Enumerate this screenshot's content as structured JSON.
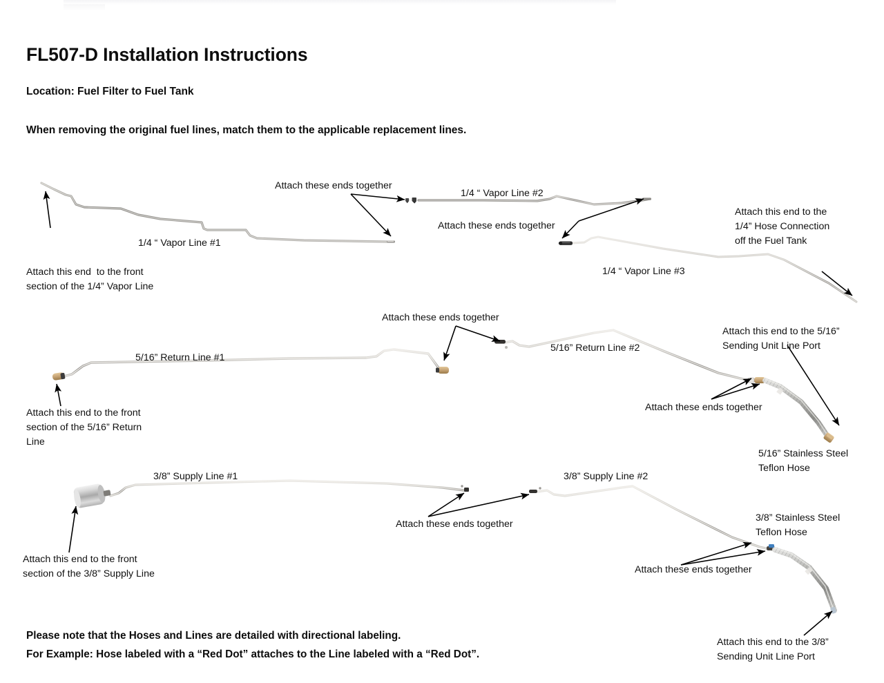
{
  "document": {
    "title": "FL507-D Installation Instructions",
    "subtitle": "Location: Fuel Filter to Fuel Tank",
    "intro": "When removing the original fuel lines, match them to the applicable replacement lines.",
    "notes": [
      "Please note that the Hoses and Lines are detailed with directional labeling.",
      "For Example: Hose labeled with a “Red Dot” attaches to the Line labeled with a “Red Dot”."
    ]
  },
  "diagram": {
    "rows": [
      {
        "name": "vapor-row",
        "parts": [
          {
            "id": "vapor-line-1",
            "label": "1/4 “ Vapor Line #1"
          },
          {
            "id": "vapor-line-2",
            "label": "1/4 “ Vapor Line #2"
          },
          {
            "id": "vapor-line-3",
            "label": "1/4 “ Vapor Line #3"
          }
        ]
      },
      {
        "name": "return-row",
        "parts": [
          {
            "id": "return-line-1",
            "label": "5/16” Return Line #1"
          },
          {
            "id": "return-line-2",
            "label": "5/16” Return Line #2"
          },
          {
            "id": "return-hose",
            "label": "5/16” Stainless Steel\nTeflon Hose"
          }
        ]
      },
      {
        "name": "supply-row",
        "parts": [
          {
            "id": "supply-line-1",
            "label": "3/8” Supply Line #1"
          },
          {
            "id": "supply-line-2",
            "label": "3/8” Supply Line #2"
          },
          {
            "id": "supply-hose",
            "label": "3/8” Stainless Steel\nTeflon Hose"
          }
        ]
      }
    ],
    "annotations": [
      {
        "id": "ann-vapor1-start",
        "text": "Attach this end  to the front\nsection of the 1/4” Vapor Line"
      },
      {
        "id": "ann-vapor-join-1",
        "text": "Attach these ends together"
      },
      {
        "id": "ann-vapor-join-2",
        "text": "Attach these ends together"
      },
      {
        "id": "ann-vapor-tank",
        "text": "Attach this end to the\n1/4” Hose Connection\noff the Fuel Tank"
      },
      {
        "id": "ann-return-join-1",
        "text": "Attach these ends together"
      },
      {
        "id": "ann-return-start",
        "text": "Attach this end to the front\nsection of the 5/16” Return\nLine"
      },
      {
        "id": "ann-return-sending",
        "text": "Attach this end to the 5/16”\nSending Unit Line Port"
      },
      {
        "id": "ann-return-join-2",
        "text": "Attach these ends together"
      },
      {
        "id": "ann-supply-start",
        "text": "Attach this end to the front\nsection of the 3/8” Supply Line"
      },
      {
        "id": "ann-supply-join-1",
        "text": "Attach these ends together"
      },
      {
        "id": "ann-supply-join-2",
        "text": "Attach these ends together"
      },
      {
        "id": "ann-supply-sending",
        "text": "Attach this end to the 3/8”\nSending Unit Line Port"
      }
    ]
  },
  "colors": {
    "text": "#0d0d0d",
    "tube_light": "#d8d8d4",
    "tube_mid": "#a8a8a4",
    "tube_dark": "#7c7c78",
    "brass": "#c9a678",
    "brass_dark": "#9a7a48",
    "chrome": "#cfcfcf",
    "fitting_dark": "#3a3a3a",
    "marker_blue": "#3f7fbf",
    "arrow": "#000000"
  }
}
